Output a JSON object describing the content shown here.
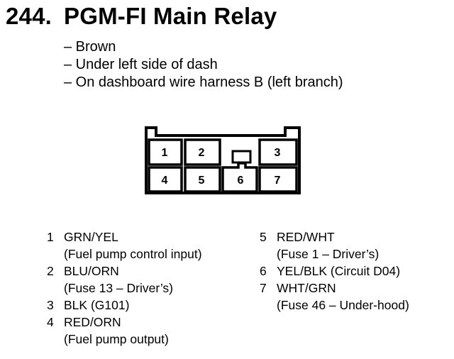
{
  "title": {
    "number": "244.",
    "text": "PGM-FI Main Relay"
  },
  "details": [
    "– Brown",
    "– Under left side of dash",
    "– On dashboard wire harness B (left branch)"
  ],
  "connector": {
    "cavities": [
      "1",
      "2",
      "3",
      "4",
      "5",
      "6",
      "7"
    ]
  },
  "pins_left": [
    {
      "n": "1",
      "wire": "GRN/YEL",
      "desc": "(Fuel pump control input)"
    },
    {
      "n": "2",
      "wire": "BLU/ORN",
      "desc": "(Fuse 13 – Driver’s)"
    },
    {
      "n": "3",
      "wire": "BLK (G101)",
      "desc": ""
    },
    {
      "n": "4",
      "wire": "RED/ORN",
      "desc": "(Fuel pump output)"
    }
  ],
  "pins_right": [
    {
      "n": "5",
      "wire": "RED/WHT",
      "desc": "(Fuse 1 – Driver’s)"
    },
    {
      "n": "6",
      "wire": "YEL/BLK (Circuit D04)",
      "desc": ""
    },
    {
      "n": "7",
      "wire": "WHT/GRN",
      "desc": "(Fuse 46 – Under-hood)"
    }
  ]
}
